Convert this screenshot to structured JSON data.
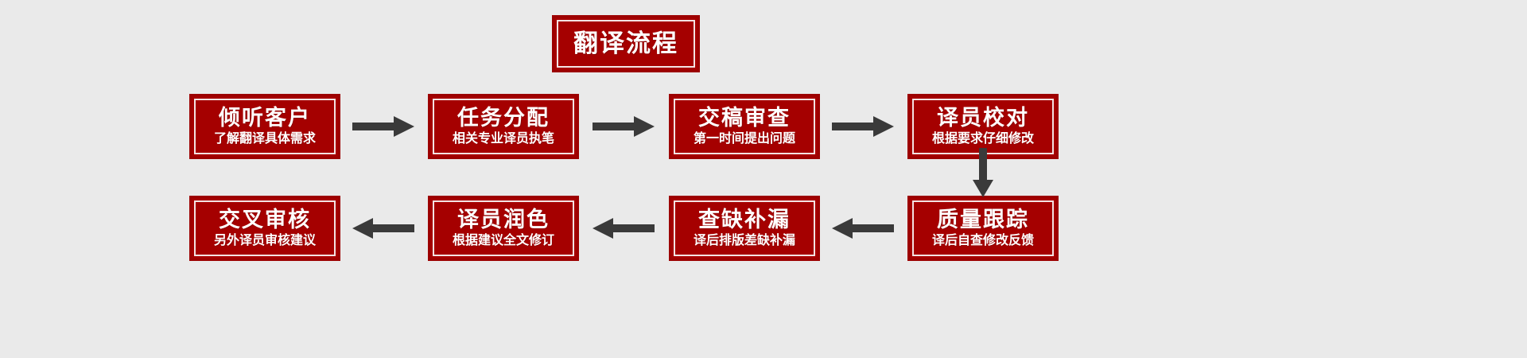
{
  "diagram": {
    "title": "翻译流程",
    "background_color": "#eaeaea",
    "box_fill_color": "#a50000",
    "box_border_color": "#9c0000",
    "box_inner_border_color": "#f3e2e2",
    "text_color": "#ffffff",
    "arrow_color": "#3a3a3a",
    "steps": [
      {
        "index": 1,
        "title": "倾听客户",
        "subtitle": "了解翻译具体需求",
        "row": 1
      },
      {
        "index": 2,
        "title": "任务分配",
        "subtitle": "相关专业译员执笔",
        "row": 1
      },
      {
        "index": 3,
        "title": "交稿审查",
        "subtitle": "第一时间提出问题",
        "row": 1
      },
      {
        "index": 4,
        "title": "译员校对",
        "subtitle": "根据要求仔细修改",
        "row": 1
      },
      {
        "index": 5,
        "title": "质量跟踪",
        "subtitle": "译后自查修改反馈",
        "row": 2
      },
      {
        "index": 6,
        "title": "查缺补漏",
        "subtitle": "译后排版差缺补漏",
        "row": 2
      },
      {
        "index": 7,
        "title": "译员润色",
        "subtitle": "根据建议全文修订",
        "row": 2
      },
      {
        "index": 8,
        "title": "交叉审核",
        "subtitle": "另外译员审核建议",
        "row": 2
      }
    ],
    "connectors": [
      {
        "id": 1,
        "direction": "right",
        "from": 1,
        "to": 2
      },
      {
        "id": 2,
        "direction": "right",
        "from": 2,
        "to": 3
      },
      {
        "id": 3,
        "direction": "right",
        "from": 3,
        "to": 4
      },
      {
        "id": 4,
        "direction": "down",
        "from": 4,
        "to": 5
      },
      {
        "id": 5,
        "direction": "left",
        "from": 5,
        "to": 6
      },
      {
        "id": 6,
        "direction": "left",
        "from": 6,
        "to": 7
      },
      {
        "id": 7,
        "direction": "left",
        "from": 7,
        "to": 8
      }
    ]
  }
}
